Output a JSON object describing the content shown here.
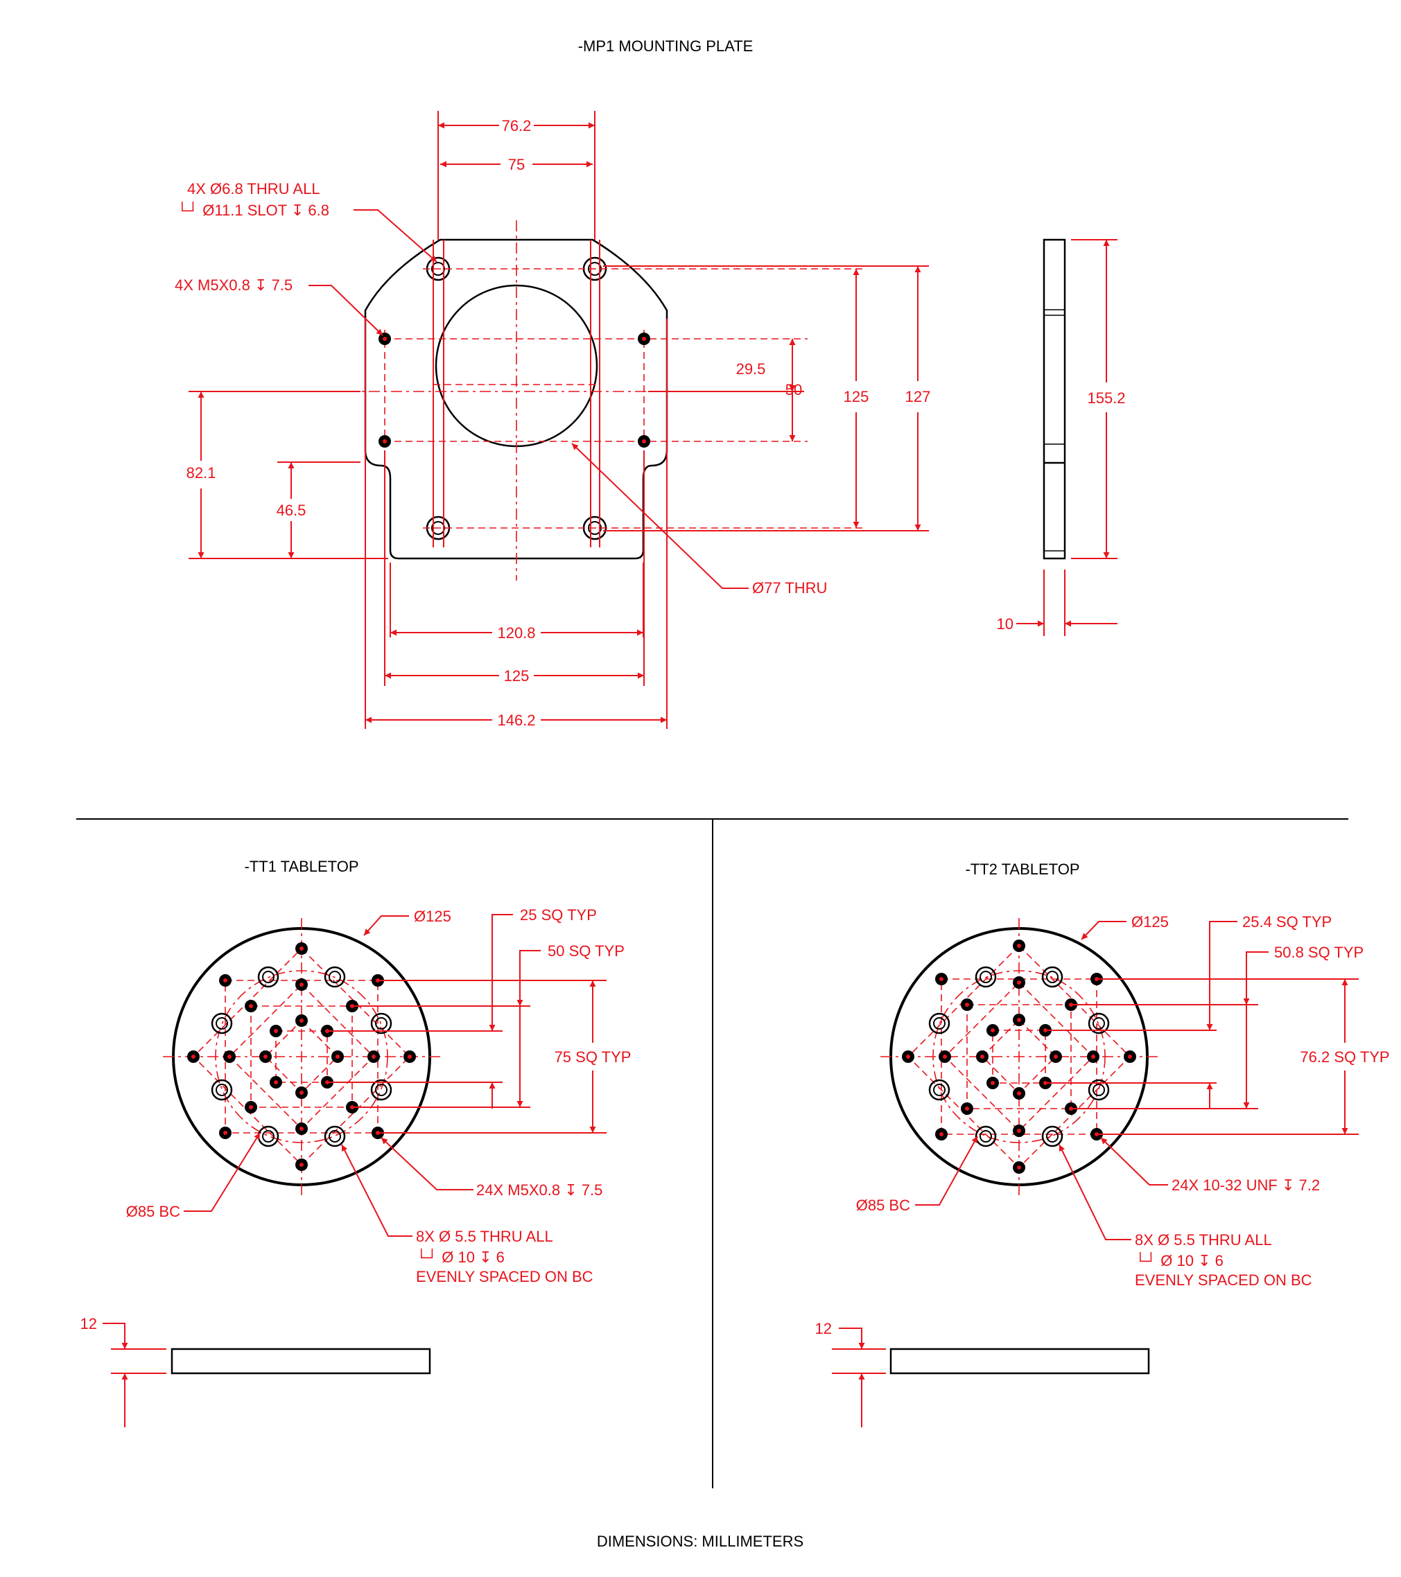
{
  "titles": {
    "mp1": "-MP1 MOUNTING PLATE",
    "tt1": "-TT1 TABLETOP",
    "tt2": "-TT2 TABLETOP",
    "units": "DIMENSIONS:  MILLIMETERS"
  },
  "mp1": {
    "note_holes_1": "4X  Ø6.8 THRU ALL",
    "note_holes_2": "└┘ Ø11.1 SLOT ↧ 6.8",
    "note_tapped": "4X M5X0.8 ↧ 7.5",
    "note_bore": "Ø77 THRU",
    "d_top_outer": "76.2",
    "d_top_inner": "75",
    "d_29_5": "29.5",
    "d_50": "50",
    "d_125_v": "125",
    "d_127": "127",
    "d_82_1": "82.1",
    "d_46_5": "46.5",
    "d_120_8": "120.8",
    "d_125_h": "125",
    "d_146_2": "146.2",
    "side_height": "155.2",
    "side_thickness": "10"
  },
  "tt1": {
    "dia": "Ø125",
    "sq25": "25 SQ TYP",
    "sq50": "50 SQ TYP",
    "sq75": "75 SQ TYP",
    "bc": "Ø85 BC",
    "tapped": "24X M5X0.8 ↧ 7.5",
    "thru_1": "8X  Ø  5.5 THRU ALL",
    "thru_2": "└┘  Ø  10 ↧ 6",
    "thru_3": "EVENLY SPACED ON BC",
    "thickness": "12"
  },
  "tt2": {
    "dia": "Ø125",
    "sq25": "25.4 SQ TYP",
    "sq50": "50.8 SQ TYP",
    "sq75": "76.2 SQ TYP",
    "bc": "Ø85 BC",
    "tapped": "24X 10-32 UNF  ↧ 7.2",
    "thru_1": "8X  Ø  5.5 THRU ALL",
    "thru_2": "└┘  Ø  10 ↧ 6",
    "thru_3": "EVENLY SPACED ON BC",
    "thickness": "12"
  },
  "colors": {
    "dimension": "#e8141c",
    "outline": "#000000"
  }
}
